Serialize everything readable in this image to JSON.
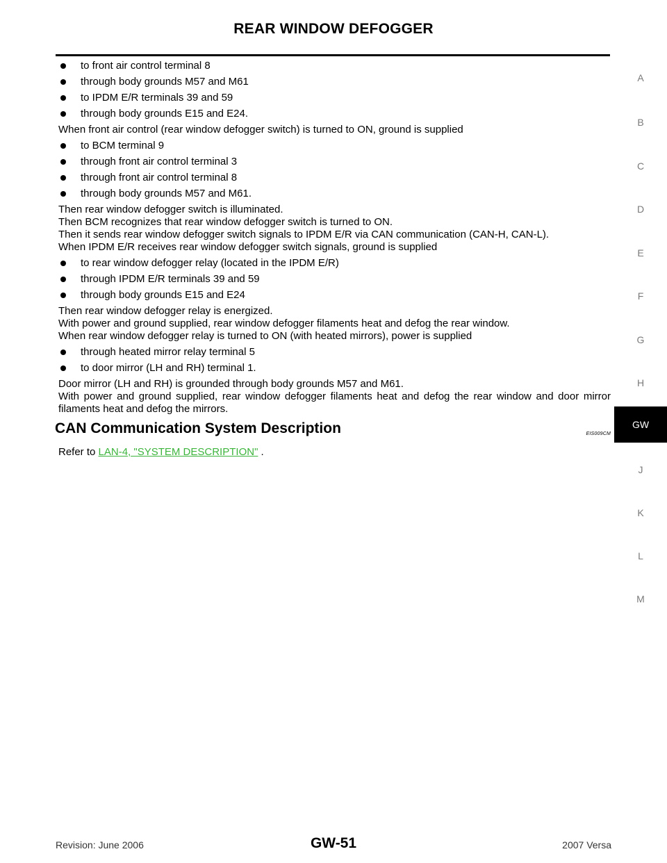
{
  "header": {
    "title": "REAR WINDOW DEFOGGER"
  },
  "body": {
    "b1": "to front air control terminal 8",
    "b2": "through body grounds M57 and M61",
    "b3": "to IPDM E/R terminals 39 and 59",
    "b4": "through body grounds E15 and E24.",
    "p1": "When front air control (rear window defogger switch) is turned to ON, ground is supplied",
    "b5": "to BCM terminal 9",
    "b6": "through front air control terminal 3",
    "b7": "through front air control terminal 8",
    "b8": "through body grounds M57 and M61.",
    "p2_l1": "Then rear window defogger switch is illuminated.",
    "p2_l2": "Then BCM recognizes that rear window defogger switch is turned to ON.",
    "p2_l3": "Then it sends rear window defogger switch signals to IPDM E/R via CAN communication (CAN-H, CAN-L).",
    "p2_l4": "When IPDM E/R receives rear window defogger switch signals, ground is supplied",
    "b9": "to rear window defogger relay (located in the IPDM E/R)",
    "b10": "through IPDM E/R terminals 39 and 59",
    "b11": "through body grounds E15 and E24",
    "p3_l1": "Then rear window defogger relay is energized.",
    "p3_l2": "With power and ground supplied, rear window defogger filaments heat and defog the rear window.",
    "p3_l3": "When rear window defogger relay is turned to ON (with heated mirrors), power is supplied",
    "b12": "through heated mirror relay terminal 5",
    "b13": "to door mirror (LH and RH) terminal 1.",
    "p4_l1": "Door mirror (LH and RH) is grounded through body grounds M57 and M61.",
    "p4_l2": "With power and ground supplied, rear window defogger filaments heat and defog the rear window and door mirror filaments heat and defog the mirrors."
  },
  "section": {
    "heading": "CAN Communication System Description",
    "code": "EIS009CM",
    "refer_prefix": "Refer to ",
    "link_text": "LAN-4, \"SYSTEM DESCRIPTION\"",
    "refer_suffix": " ."
  },
  "tabs": [
    "A",
    "B",
    "C",
    "D",
    "E",
    "F",
    "G",
    "H",
    "GW",
    "J",
    "K",
    "L",
    "M"
  ],
  "footer": {
    "revision": "Revision: June 2006",
    "page": "GW-51",
    "model": "2007 Versa"
  },
  "colors": {
    "link": "#3cb43c",
    "active_tab_bg": "#000000",
    "tab_text": "#7a7a7a"
  }
}
